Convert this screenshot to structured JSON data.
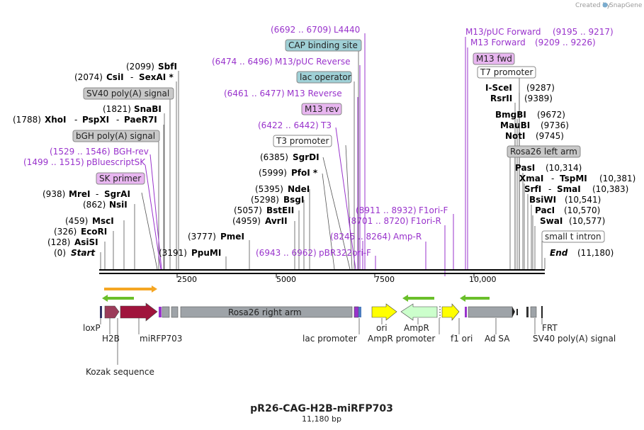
{
  "brand": {
    "prefix": "Created by",
    "name": "SnapGene"
  },
  "plasmid": {
    "name": "pR26-CAG-H2B-miRFP703",
    "length_label": "11,180 bp"
  },
  "axis": {
    "ticks": [
      "2500",
      "5000",
      "7500",
      "10,000"
    ]
  },
  "left_sites": [
    {
      "pos": "(2099)",
      "name": "SbfI"
    },
    {
      "pos": "(2074)",
      "name": "CsiI",
      "sep": "-",
      "name2": "SexAI *"
    },
    {
      "feature": "SV40 poly(A) signal",
      "color": "#c8c8c8"
    },
    {
      "pos": "(1821)",
      "name": "SnaBI"
    },
    {
      "pos": "(1788)",
      "name": "XhoI",
      "sep": "-",
      "name2": "PspXI",
      "sep2": "-",
      "name3": "PaeR7I"
    },
    {
      "feature": "bGH poly(A) signal",
      "color": "#c8c8c8"
    },
    {
      "primer": "(1529 .. 1546)",
      "name": "BGH-rev"
    },
    {
      "primer": "(1499 .. 1515)",
      "name": "pBluescriptSK"
    },
    {
      "feature": "SK primer",
      "color": "#e8b6f0"
    },
    {
      "pos": "(938)",
      "name": "MreI",
      "sep": "-",
      "name2": "SgrAI"
    },
    {
      "pos": "(862)",
      "name": "NsiI"
    },
    {
      "pos": "(459)",
      "name": "MscI"
    },
    {
      "pos": "(326)",
      "name": "EcoRI"
    },
    {
      "pos": "(128)",
      "name": "AsiSI"
    },
    {
      "pos": "(0)",
      "name": "Start"
    },
    {
      "pos": "(3777)",
      "name": "PmeI"
    },
    {
      "pos": "(3191)",
      "name": "PpuMI"
    }
  ],
  "middle_sites": [
    {
      "primer": "(6692 .. 6709)",
      "name": "L4440"
    },
    {
      "feature": "CAP binding site",
      "color": "#9fd0d6"
    },
    {
      "primer": "(6474 .. 6496)",
      "name": "M13/pUC Reverse"
    },
    {
      "feature": "lac operator",
      "color": "#9fd0d6"
    },
    {
      "primer": "(6461 .. 6477)",
      "name": "M13 Reverse"
    },
    {
      "feature": "M13 rev",
      "color": "#e8b6f0"
    },
    {
      "primer": "(6422 .. 6442)",
      "name": "T3"
    },
    {
      "feature": "T3 promoter",
      "color": "#ffffff"
    },
    {
      "pos": "(6385)",
      "name": "SgrDI"
    },
    {
      "pos": "(5999)",
      "name": "PfoI *"
    },
    {
      "pos": "(5395)",
      "name": "NdeI"
    },
    {
      "pos": "(5298)",
      "name": "BsgI"
    },
    {
      "pos": "(5057)",
      "name": "BstEII"
    },
    {
      "pos": "(4959)",
      "name": "AvrII"
    },
    {
      "primer": "(8911 .. 8932)",
      "name": "F1ori-F"
    },
    {
      "primer": "(8701 .. 8720)",
      "name": "F1ori-R"
    },
    {
      "primer": "(8245 .. 8264)",
      "name": "Amp-R"
    },
    {
      "primer": "(6943 .. 6962)",
      "name": "pBR322ori-F"
    }
  ],
  "right_sites": [
    {
      "primer": "M13/pUC Forward",
      "range": "(9195 .. 9217)"
    },
    {
      "primer": "M13 Forward",
      "range": "(9209 .. 9226)"
    },
    {
      "feature": "M13 fwd",
      "color": "#e8b6f0"
    },
    {
      "feature": "T7 promoter",
      "color": "#ffffff"
    },
    {
      "name": "I-SceI",
      "pos": "(9287)"
    },
    {
      "name": "RsrII",
      "pos": "(9389)"
    },
    {
      "name": "BmgBI",
      "pos": "(9672)"
    },
    {
      "name": "MauBI",
      "pos": "(9736)"
    },
    {
      "name": "NotI",
      "pos": "(9745)"
    },
    {
      "feature": "Rosa26 left arm",
      "color": "#c8c8c8"
    },
    {
      "name": "PasI",
      "pos": "(10,314)"
    },
    {
      "name": "XmaI",
      "sep": "-",
      "name2": "TspMI",
      "pos": "(10,381)"
    },
    {
      "name": "SrfI",
      "sep": "-",
      "name2": "SmaI",
      "pos": "(10,383)"
    },
    {
      "name": "BsiWI",
      "pos": "(10,541)"
    },
    {
      "name": "PacI",
      "pos": "(10,570)"
    },
    {
      "name": "SwaI",
      "pos": "(10,577)"
    },
    {
      "feature": "small t intron",
      "color": "#ffffff"
    },
    {
      "name": "End",
      "pos": "(11,180)"
    }
  ],
  "track_features": {
    "rosa26_right_arm": "Rosa26 right arm"
  },
  "bottom_labels": [
    {
      "text": "loxP"
    },
    {
      "text": "H2B"
    },
    {
      "text": "miRFP703"
    },
    {
      "text": "lac promoter"
    },
    {
      "text": "ori"
    },
    {
      "text": "AmpR"
    },
    {
      "text": "AmpR promoter"
    },
    {
      "text": "f1 ori"
    },
    {
      "text": "Ad SA"
    },
    {
      "text": "FRT"
    },
    {
      "text": "SV40 poly(A) signal"
    },
    {
      "text": "Kozak sequence"
    }
  ],
  "colors": {
    "primer": "#9933cc",
    "miRFP": "#a0143c",
    "h2b": "#9c3c5a",
    "grey_feature": "#9ea3a8",
    "ori_yellow": "#ffff00",
    "ampr_green": "#ccffcc",
    "orf_arrow_orange": "#f5a623",
    "orf_arrow_green": "#6abf2a"
  }
}
